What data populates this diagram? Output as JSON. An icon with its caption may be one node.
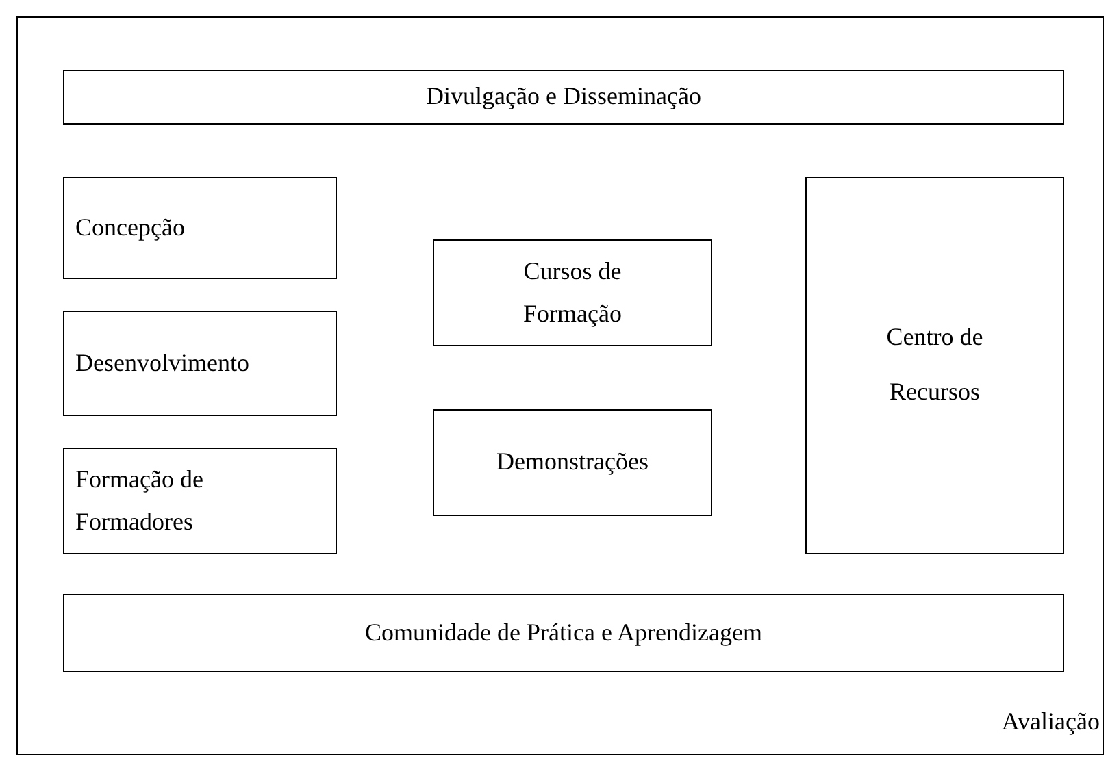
{
  "diagram": {
    "nodes": [
      {
        "text": [
          "Avaliação"
        ]
      },
      {
        "text": [
          "Divulgação e Disseminação"
        ],
        "in": 0
      },
      {
        "text": [
          "Concepção"
        ],
        "in": 0
      },
      {
        "text": [
          "Desenvolvimento"
        ],
        "in": 0
      },
      {
        "text": [
          "Formação de Formadores"
        ],
        "in": 0
      },
      {
        "text": [
          "Cursos de Formação"
        ],
        "in": 0
      },
      {
        "text": [
          "Demonstrações"
        ],
        "in": 0
      },
      {
        "text": [
          "Centro de Recursos"
        ],
        "in": 0
      },
      {
        "text": [
          "Comunidade de Prática e Aprendizagem"
        ],
        "in": 0
      }
    ]
  }
}
